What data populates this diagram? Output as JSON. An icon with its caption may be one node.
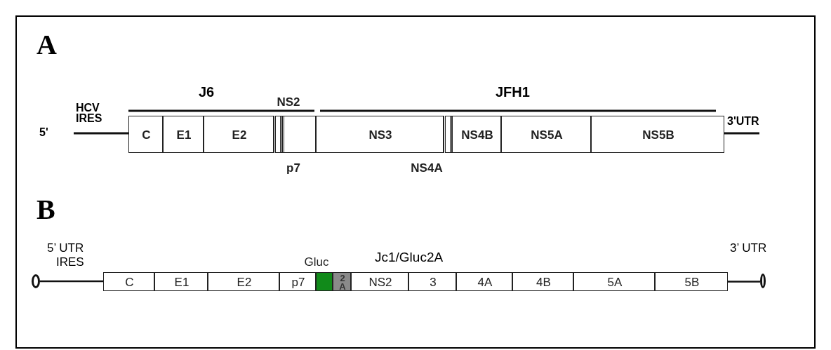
{
  "diagram": {
    "nodes": [
      {
        "text": [
          "C"
        ]
      },
      {
        "text": [
          "E1"
        ]
      },
      {
        "text": [
          "E2"
        ]
      },
      {
        "text": [
          "p7"
        ]
      },
      {
        "text": [
          "NS2"
        ]
      },
      {
        "text": [
          "NS3"
        ]
      },
      {
        "text": [
          "NS4A"
        ]
      },
      {
        "text": [
          "NS4B"
        ]
      },
      {
        "text": [
          "NS5A"
        ]
      },
      {
        "text": [
          "NS5B"
        ]
      },
      {
        "text": [],
        "shape": "circle"
      },
      {
        "text": [
          "C"
        ]
      },
      {
        "text": [
          "E1"
        ]
      },
      {
        "text": [
          "E2"
        ]
      },
      {
        "text": [
          "p7"
        ]
      },
      {
        "text": [
          "Gluc"
        ]
      },
      {
        "text": [
          "2A"
        ]
      },
      {
        "text": [
          "NS2"
        ]
      },
      {
        "text": [
          "3"
        ]
      },
      {
        "text": [
          "4A"
        ]
      },
      {
        "text": [
          "4B"
        ]
      },
      {
        "text": [
          "5A"
        ]
      },
      {
        "text": [
          "5B"
        ]
      },
      {
        "text": [],
        "shape": "circle"
      }
    ],
    "edges": [
      {
        "from": 10,
        "to": 11,
        "arrow": "none"
      },
      {
        "from": 22,
        "to": 23,
        "arrow": "none"
      }
    ],
    "labels": [
      "A",
      "J6",
      "JFH1",
      "HCV IRES",
      "5'",
      "3'UTR",
      "B",
      "Jc1/Gluc2A",
      "5’ UTR",
      "IRES",
      "3’ UTR"
    ]
  }
}
